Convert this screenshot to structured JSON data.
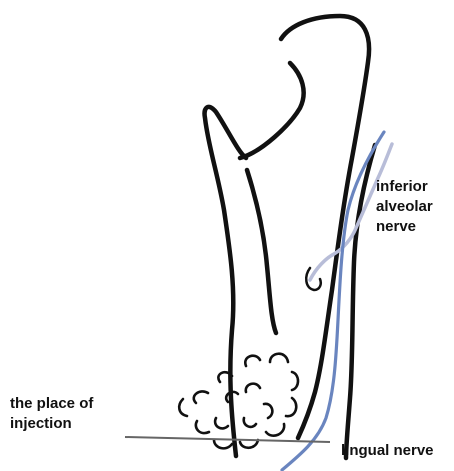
{
  "labels": {
    "inferior_alveolar_nerve": [
      "inferior",
      "alveolar",
      "nerve"
    ],
    "injection_site": [
      "the place of",
      "injection"
    ],
    "lingual_nerve": "lingual nerve"
  },
  "colors": {
    "bone_outline": "#111111",
    "lingual_nerve": "#6a85bf",
    "inferior_alveolar_nerve": "#b8bdd8",
    "injection_line": "#666666",
    "background": "#ffffff"
  }
}
